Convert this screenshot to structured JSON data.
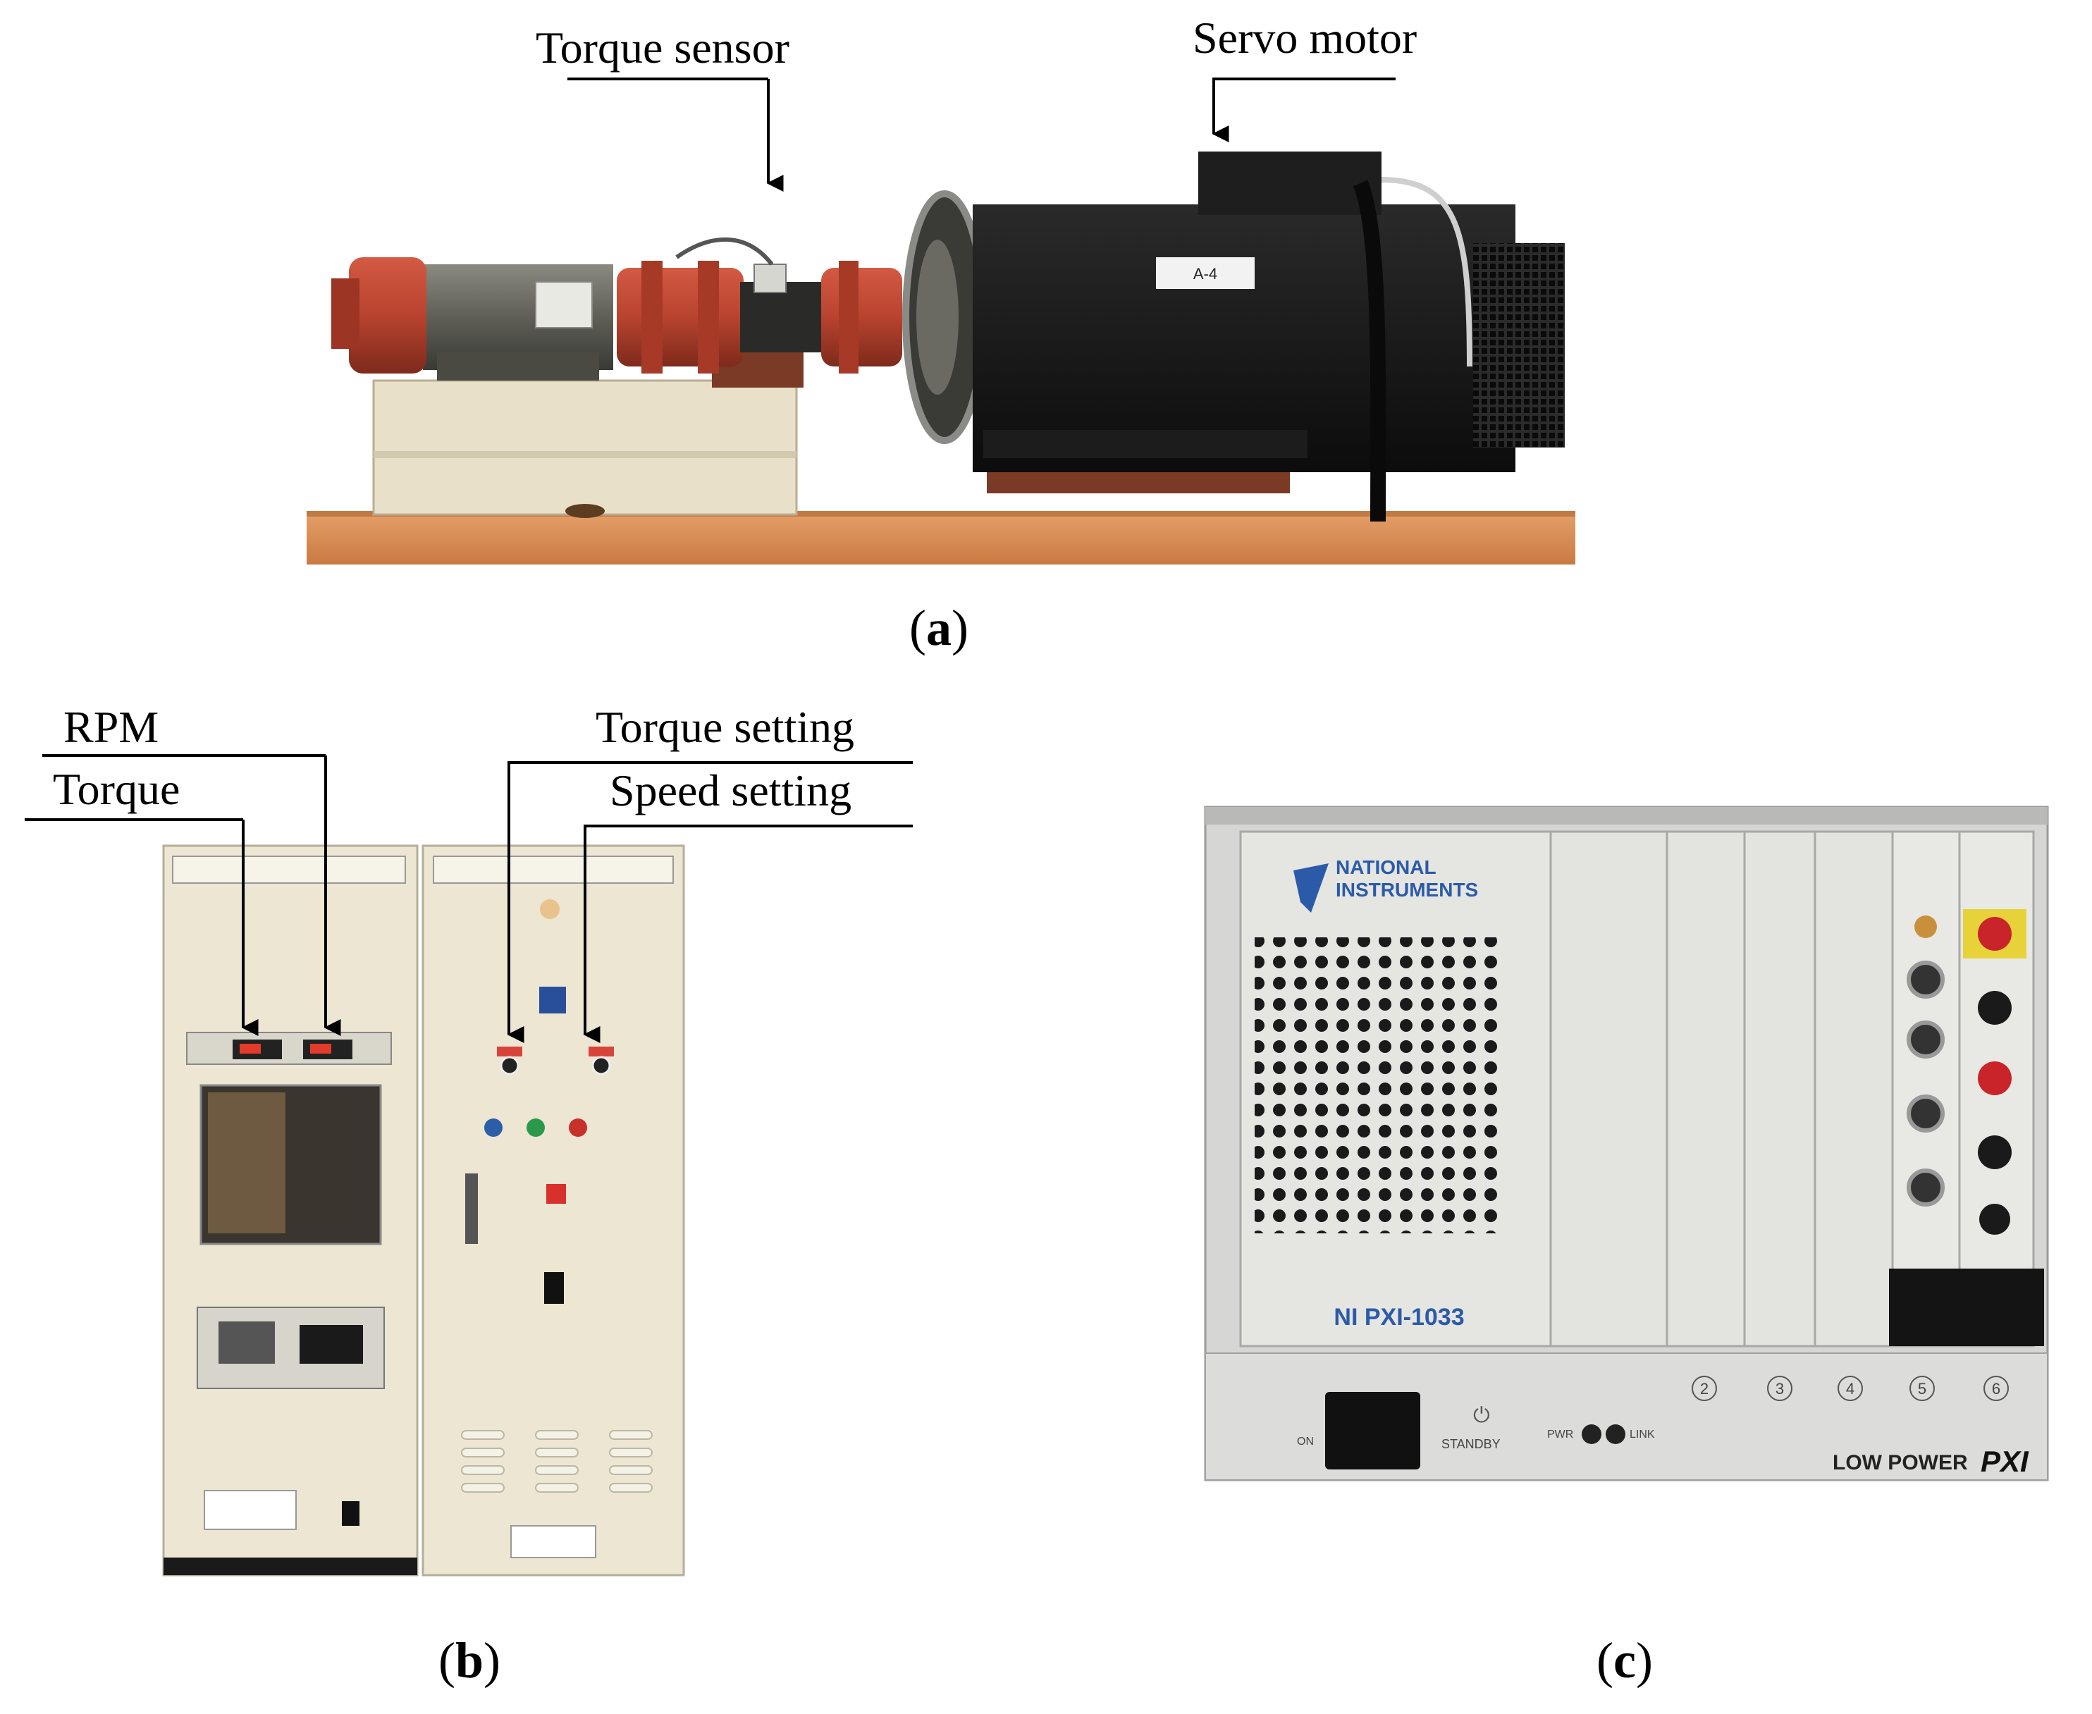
{
  "panel_a": {
    "caption_open": "(",
    "caption_letter": "a",
    "caption_close": ")",
    "labels": {
      "torque_sensor": "Torque sensor",
      "servo_motor": "Servo motor"
    },
    "motor_tag": "A-4"
  },
  "panel_b": {
    "caption_open": "(",
    "caption_letter": "b",
    "caption_close": ")",
    "labels": {
      "rpm": "RPM",
      "torque": "Torque",
      "torque_setting": "Torque setting",
      "speed_setting": "Speed setting"
    }
  },
  "panel_c": {
    "caption_open": "(",
    "caption_letter": "c",
    "caption_close": ")",
    "brand_line1": "NATIONAL",
    "brand_line2": "INSTRUMENTS",
    "model": "NI PXI-1033",
    "slot_numbers": [
      "2",
      "3",
      "4",
      "5",
      "6"
    ],
    "switch_on": "ON",
    "switch_standby": "STANDBY",
    "pwr": "PWR",
    "link": "LINK",
    "low_power": "LOW POWER",
    "pxi_logo": "PXI"
  },
  "colors": {
    "coupling_red": "#b8432f",
    "motor_black": "#141414",
    "wood": "#d98c52",
    "cabinet_beige": "#ece6d2",
    "chassis_gray": "#d6d6d4",
    "ni_blue": "#2b5ba8"
  }
}
